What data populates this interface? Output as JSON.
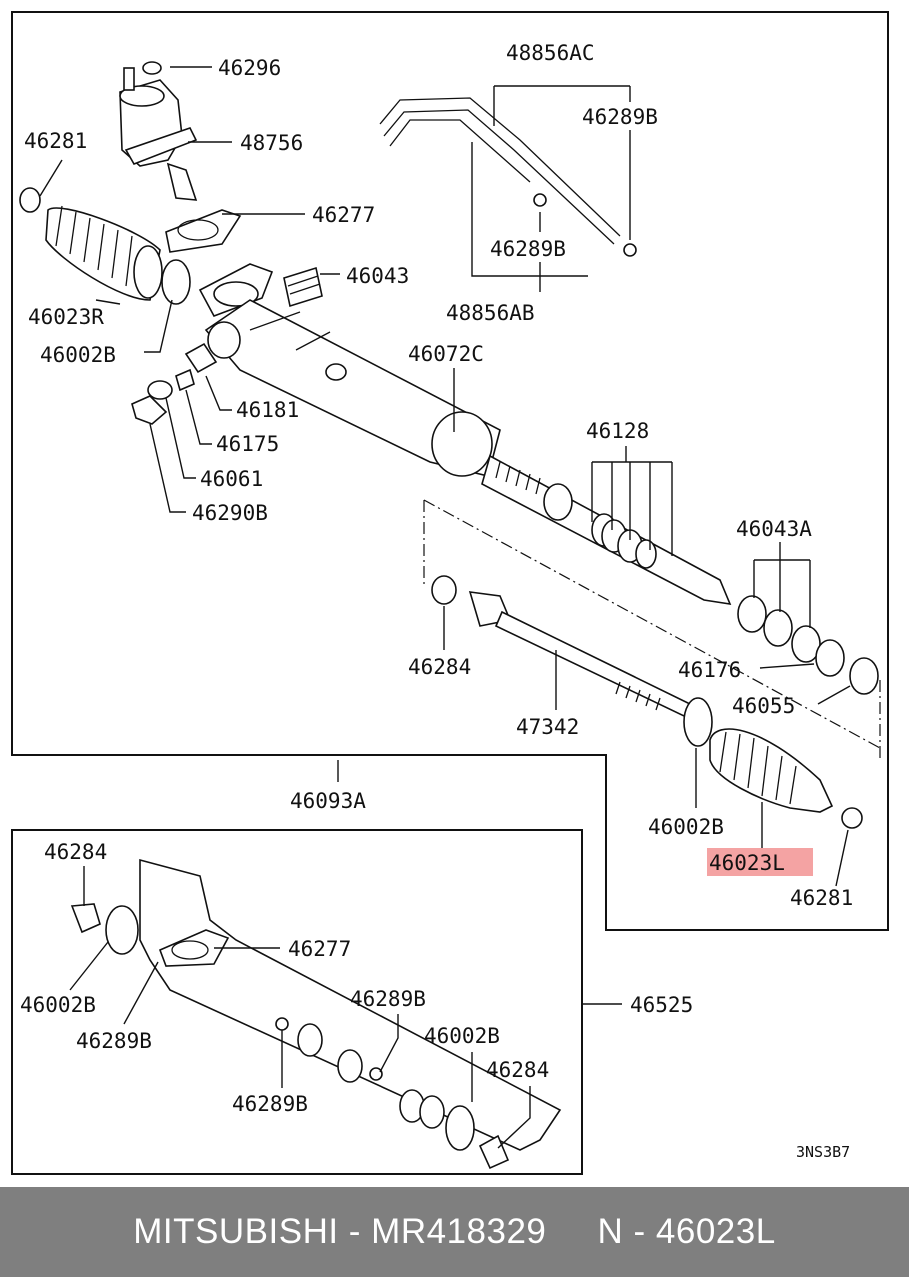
{
  "diagram": {
    "labels": {
      "l46296": "46296",
      "l48756": "48756",
      "l46281_top": "46281",
      "l46277_top": "46277",
      "l46043": "46043",
      "l46023R": "46023R",
      "l46002B_top": "46002B",
      "l46181": "46181",
      "l46175": "46175",
      "l46061": "46061",
      "l46290B": "46290B",
      "l48856AC": "48856AC",
      "l46289B_r": "46289B",
      "l46289B_m": "46289B",
      "l48856AB": "48856AB",
      "l46072C": "46072C",
      "l46128": "46128",
      "l46043A": "46043A",
      "l46284_top": "46284",
      "l46176": "46176",
      "l46055": "46055",
      "l47342": "47342",
      "l46002B_mid": "46002B",
      "l46023L": "46023L",
      "l46281_bot": "46281",
      "l46093A": "46093A",
      "l46284_b1": "46284",
      "l46277_b": "46277",
      "l46002B_b1": "46002B",
      "l46289B_b1": "46289B",
      "l46289B_b2": "46289B",
      "l46525": "46525",
      "l46002B_b2": "46002B",
      "l46284_b2": "46284",
      "l46289B_b3": "46289B"
    },
    "drawing_code": "3NS3B7",
    "highlight_color": "#f4a3a3"
  },
  "footer": {
    "caption": "MITSUBISHI - MR418329     N - 46023L",
    "background": "#7f7f7f"
  }
}
